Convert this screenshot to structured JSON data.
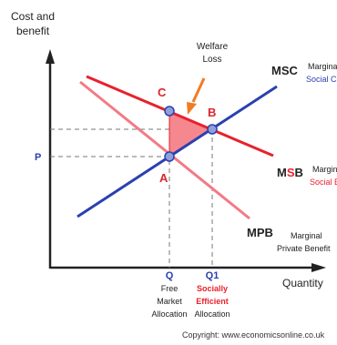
{
  "axes": {
    "y_label_line1": "Cost and",
    "y_label_line2": "benefit",
    "x_label": "Quantity",
    "p_tick": "P"
  },
  "welfare": {
    "line1": "Welfare",
    "line2": "Loss"
  },
  "points": {
    "a": "A",
    "b": "B",
    "c": "C"
  },
  "curves": {
    "msc": {
      "label": "MSC",
      "desc1": "Marginal",
      "desc2": "Social Cost"
    },
    "msb": {
      "label_m": "M",
      "label_s": "S",
      "label_b": "B",
      "desc1": "Marginal",
      "desc2": "Social Benefit"
    },
    "mpb": {
      "label": "MPB",
      "desc1": "Marginal",
      "desc2": "Private Benefit"
    }
  },
  "ticks": {
    "q": "Q",
    "q1": "Q1",
    "q_caption": [
      "Free",
      "Market",
      "Allocation"
    ],
    "q1_caption": [
      "Socially",
      "Efficient",
      "Allocation"
    ]
  },
  "copyright": "Copyright: www.economicsonline.co.uk",
  "colors": {
    "msc": "#2b40b0",
    "msb": "#e8212d",
    "mpb": "#f27a86",
    "welfare_fill": "#f5888e",
    "point_fill": "#8fa0d8",
    "axis": "#222222",
    "accent_red": "#d9252d",
    "arrow": "#f07b22"
  }
}
